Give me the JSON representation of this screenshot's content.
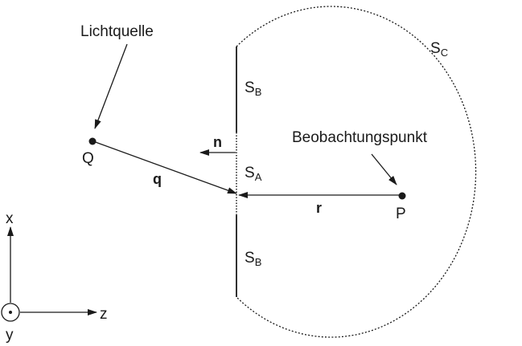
{
  "labels": {
    "light_source": "Lichtquelle",
    "observation_point": "Beobachtungspunkt",
    "source_point": "Q",
    "observer_point": "P",
    "vector_q": "q",
    "vector_r": "r",
    "normal_n": "n",
    "surface_c_main": "S",
    "surface_c_sub": "C",
    "surface_b_top_main": "S",
    "surface_b_top_sub": "B",
    "surface_a_main": "S",
    "surface_a_sub": "A",
    "surface_b_bottom_main": "S",
    "surface_b_bottom_sub": "B"
  },
  "axes": {
    "x": "x",
    "y": "y",
    "z": "z"
  },
  "colors": {
    "ink": "#1a1a1a",
    "background": "#ffffff"
  }
}
